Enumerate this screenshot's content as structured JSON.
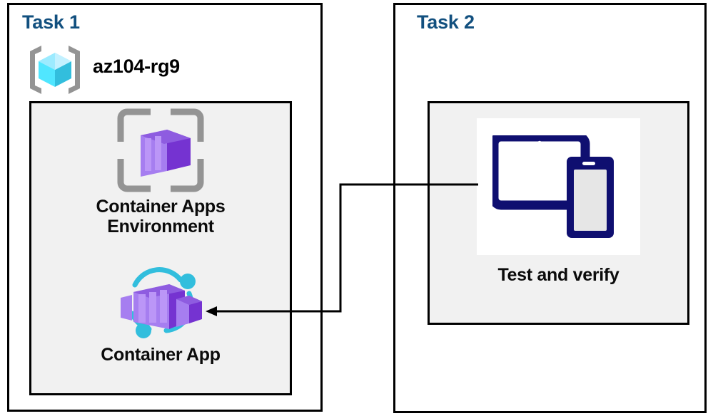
{
  "diagram": {
    "title": "Azure Container Apps task diagram",
    "background": "#ffffff",
    "colors": {
      "task_title": "#12507f",
      "panel_border": "#000000",
      "inner_fill": "#f1f1f1",
      "container_purple": "#8661d4",
      "container_purple_dark": "#7a3ecb",
      "orbit_cyan": "#32bedd",
      "resource_group_cyan": "#50e6ff",
      "device_navy": "#0f0f70",
      "bracket_gray": "#949494"
    }
  },
  "task1": {
    "title": "Task 1",
    "resource_group": {
      "name": "az104-rg9",
      "icon": "resource-group-icon"
    },
    "resources": [
      {
        "id": "container-apps-environment",
        "label": "Container Apps\nEnvironment",
        "icon": "container-apps-environment-icon"
      },
      {
        "id": "container-app",
        "label": "Container App",
        "icon": "container-app-icon"
      }
    ]
  },
  "task2": {
    "title": "Task 2",
    "resources": [
      {
        "id": "test-and-verify",
        "label": "Test and verify",
        "icon": "devices-icon"
      }
    ]
  },
  "connector": {
    "id": "test-to-container-app-arrow",
    "from": "test-and-verify",
    "to": "container-app",
    "direction": "left",
    "style": "elbow",
    "color": "#000000"
  }
}
